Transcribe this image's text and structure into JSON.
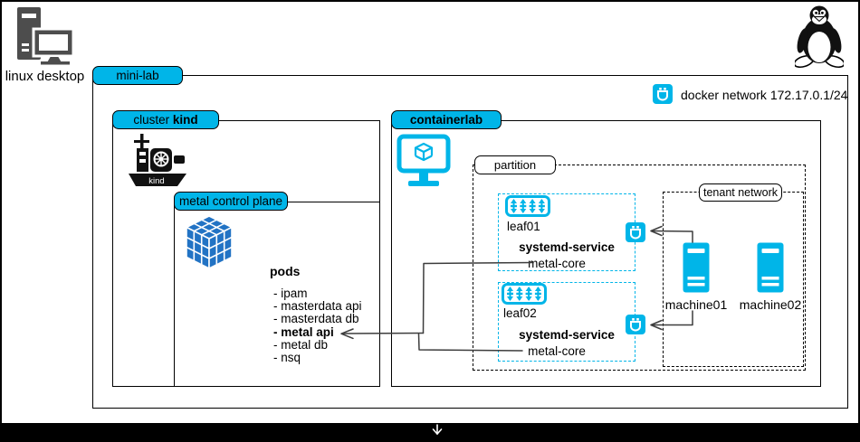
{
  "colors": {
    "accent_cyan": "#00b5e8",
    "cube_blue": "#2273c4",
    "icon_gray": "#4d4d4d",
    "connector": "#3d3d3d"
  },
  "desktop": {
    "label": "linux desktop"
  },
  "mini_lab": {
    "label": "mini-lab"
  },
  "docker_network": {
    "label": "docker network 172.17.0.1/24"
  },
  "cluster_kind": {
    "label_normal": "cluster ",
    "label_bold": "kind",
    "ship_text": "kind"
  },
  "metal_control_plane": {
    "label": "metal control plane",
    "pods_title": "pods",
    "pods": [
      "- ipam",
      "- masterdata api",
      "- masterdata db",
      "- metal api",
      "- metal db",
      "- nsq"
    ]
  },
  "containerlab": {
    "label": "containerlab"
  },
  "partition": {
    "label": "partition"
  },
  "tenant_network": {
    "label": "tenant network"
  },
  "leaves": [
    {
      "label": "leaf01",
      "service_title": "systemd-service",
      "service": "metal-core"
    },
    {
      "label": "leaf02",
      "service_title": "systemd-service",
      "service": "metal-core"
    }
  ],
  "machines": [
    {
      "label": "machine01"
    },
    {
      "label": "machine02"
    }
  ]
}
